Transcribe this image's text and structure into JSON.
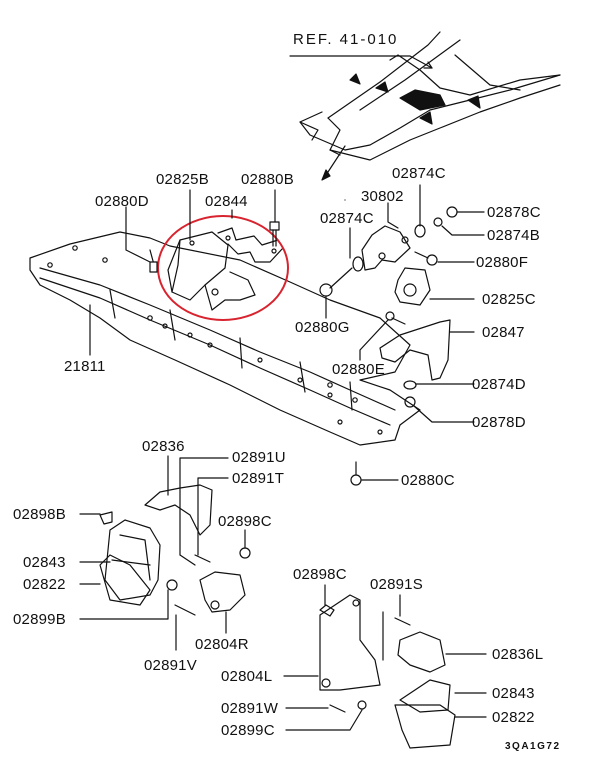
{
  "diagram": {
    "reference": "REF. 41-010",
    "drawing_code": "3QA1G72",
    "highlight_color": "#d8242f",
    "line_color": "#111111",
    "labels": {
      "p02825B": "02825B",
      "p02880B": "02880B",
      "p02880D": "02880D",
      "p02844": "02844",
      "p21811": "21811",
      "p02874C_top": "02874C",
      "p30802": "30802",
      "p02874C_left": "02874C",
      "p02878C": "02878C",
      "p02874B": "02874B",
      "p02880F": "02880F",
      "p02825C": "02825C",
      "p02880G": "02880G",
      "p02847": "02847",
      "p02880E": "02880E",
      "p02874D": "02874D",
      "p02878D": "02878D",
      "p02880C": "02880C",
      "p02836": "02836",
      "p02891U": "02891U",
      "p02891T": "02891T",
      "p02898B": "02898B",
      "p02898C_left": "02898C",
      "p02843_left": "02843",
      "p02822_left": "02822",
      "p02899B": "02899B",
      "p02804R": "02804R",
      "p02891V": "02891V",
      "p02898C_right": "02898C",
      "p02891S": "02891S",
      "p02836L": "02836L",
      "p02804L": "02804L",
      "p02891W": "02891W",
      "p02843_right": "02843",
      "p02899C": "02899C",
      "p02822_right": "02822"
    }
  }
}
